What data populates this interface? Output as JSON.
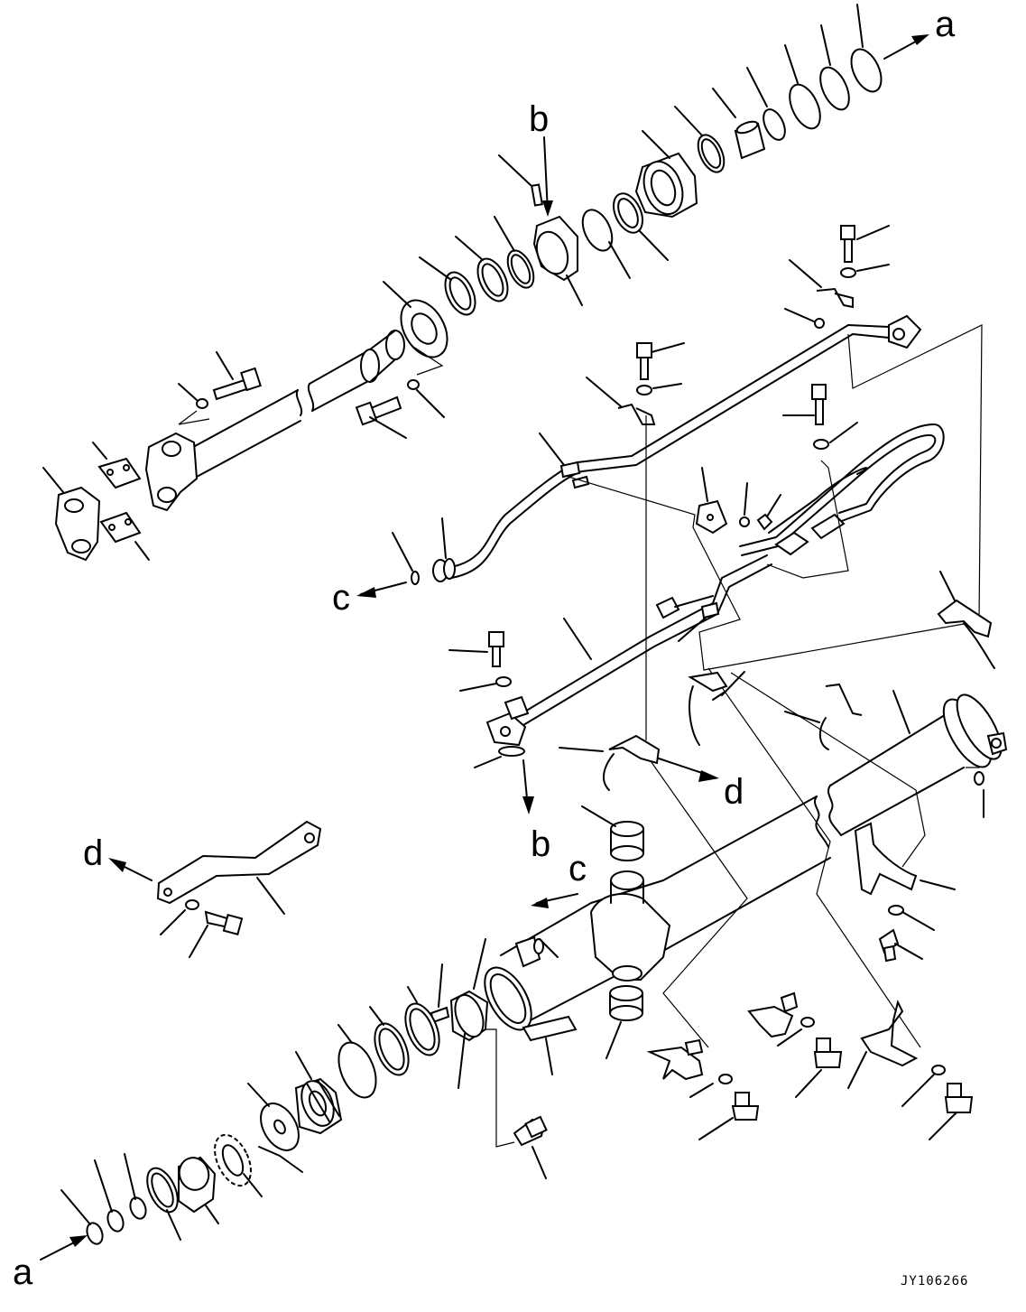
{
  "labels": {
    "a_top": "a",
    "a_bottom": "a",
    "b_top": "b",
    "b_mid": "b",
    "c_left": "c",
    "c_mid": "c",
    "d_left": "d",
    "d_mid": "d"
  },
  "drawing_code": "JY106266"
}
